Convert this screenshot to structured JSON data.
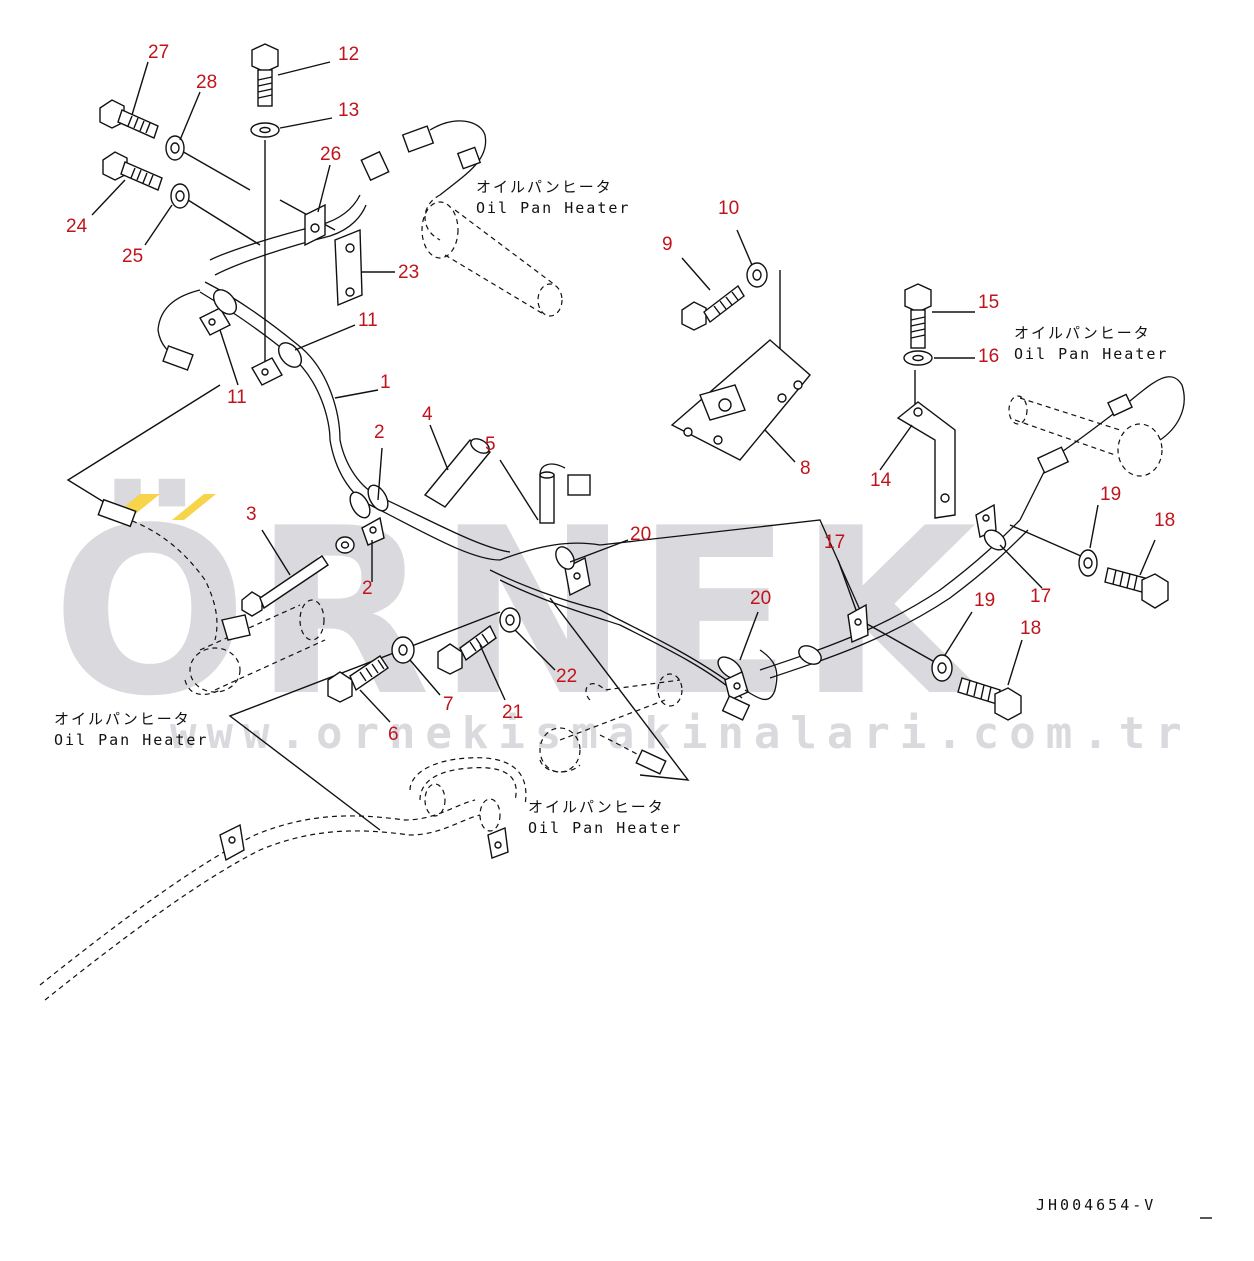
{
  "watermark": {
    "brand": "ÖRNEK",
    "url": "www.ornekismakinalari.com.tr",
    "accent_color": "#f7d44a",
    "watermark_color": "#d9d9de"
  },
  "diagram": {
    "drawing_code": "JH004654-V",
    "line_color": "#111111",
    "callout_color": "#c0141c",
    "heater_labels": [
      {
        "jp": "オイルパンヒータ",
        "en": "Oil Pan Heater"
      },
      {
        "jp": "オイルパンヒータ",
        "en": "Oil Pan Heater"
      },
      {
        "jp": "オイルパンヒータ",
        "en": "Oil Pan Heater"
      },
      {
        "jp": "オイルパンヒータ",
        "en": "Oil Pan Heater"
      }
    ],
    "callouts": [
      {
        "id": "27"
      },
      {
        "id": "28"
      },
      {
        "id": "12"
      },
      {
        "id": "13"
      },
      {
        "id": "26"
      },
      {
        "id": "24"
      },
      {
        "id": "25"
      },
      {
        "id": "23"
      },
      {
        "id": "11"
      },
      {
        "id": "11"
      },
      {
        "id": "1"
      },
      {
        "id": "10"
      },
      {
        "id": "9"
      },
      {
        "id": "15"
      },
      {
        "id": "16"
      },
      {
        "id": "2"
      },
      {
        "id": "4"
      },
      {
        "id": "5"
      },
      {
        "id": "8"
      },
      {
        "id": "14"
      },
      {
        "id": "3"
      },
      {
        "id": "2"
      },
      {
        "id": "20"
      },
      {
        "id": "17"
      },
      {
        "id": "19"
      },
      {
        "id": "18"
      },
      {
        "id": "20"
      },
      {
        "id": "17"
      },
      {
        "id": "22"
      },
      {
        "id": "19"
      },
      {
        "id": "18"
      },
      {
        "id": "7"
      },
      {
        "id": "21"
      },
      {
        "id": "6"
      }
    ]
  }
}
